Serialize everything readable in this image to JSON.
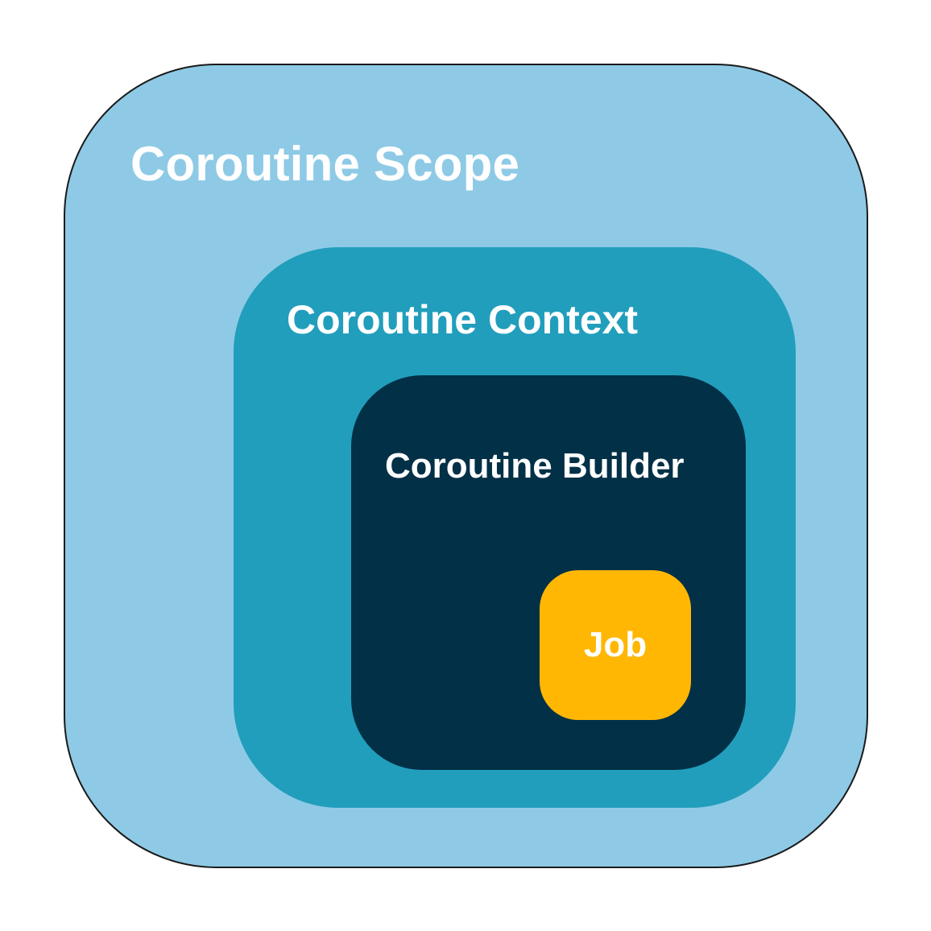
{
  "diagram": {
    "layers": {
      "scope": {
        "label": "Coroutine Scope",
        "color": "#8ecae6"
      },
      "context": {
        "label": "Coroutine Context",
        "color": "#219ebc"
      },
      "builder": {
        "label": "Coroutine Builder",
        "color": "#023047"
      },
      "job": {
        "label": "Job",
        "color": "#ffb703"
      }
    }
  }
}
